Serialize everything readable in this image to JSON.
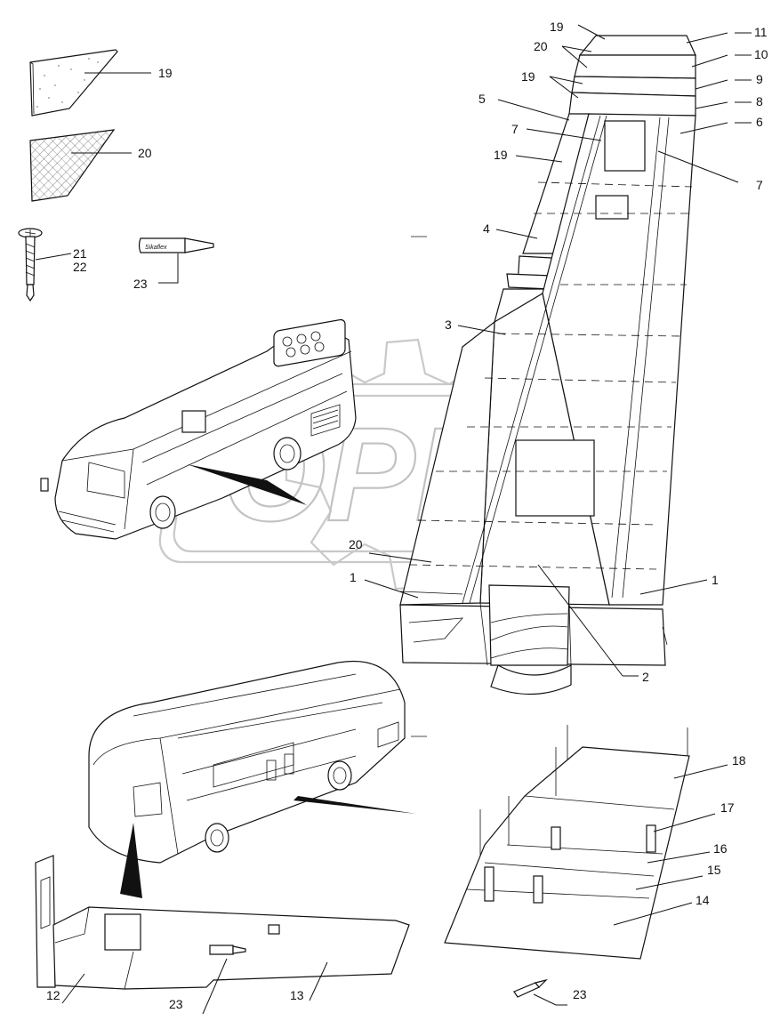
{
  "watermark": "OPEX",
  "callouts": {
    "c19_sample": "19",
    "c20_sample": "20",
    "c21": "21",
    "c22": "22",
    "c23_tube": "23",
    "c19_top": "19",
    "c20_top": "20",
    "c11": "11",
    "c10": "10",
    "c19_mid": "19",
    "c9": "9",
    "c5": "5",
    "c8": "8",
    "c7_left": "7",
    "c6": "6",
    "c19_left": "19",
    "c7_right": "7",
    "c4": "4",
    "c3": "3",
    "c20_low": "20",
    "c1_left": "1",
    "c1_right": "1",
    "c2": "2",
    "c18": "18",
    "c17": "17",
    "c16": "16",
    "c15": "15",
    "c14": "14",
    "c12": "12",
    "c23_floor": "23",
    "c13": "13",
    "c23_bottom": "23"
  },
  "tube_brand": "Sikaflex"
}
